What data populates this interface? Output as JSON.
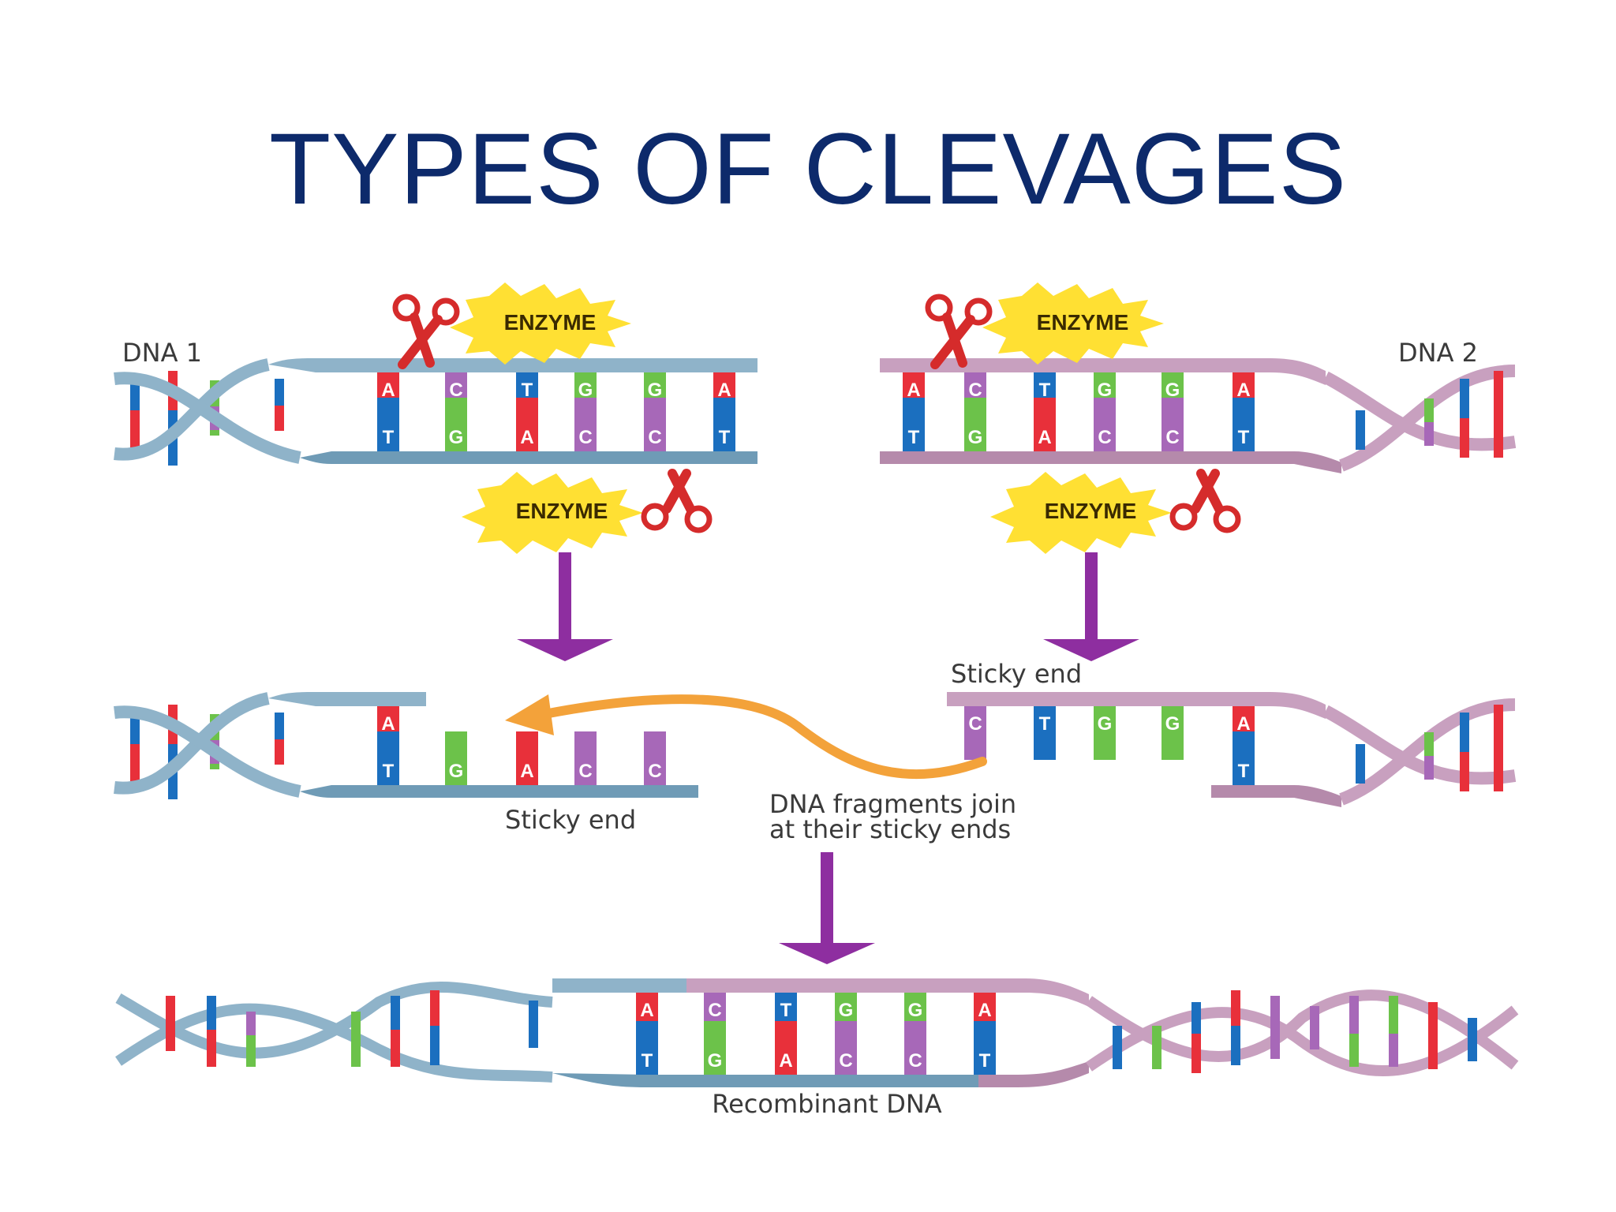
{
  "title": "TYPES OF CLEVAGES",
  "labels": {
    "dna1": "DNA 1",
    "dna2": "DNA 2",
    "enzyme": "ENZYME",
    "sticky_end": "Sticky end",
    "join_line1": "DNA fragments join",
    "join_line2": "at their sticky ends",
    "recombinant": "Recombinant DNA"
  },
  "sequence": {
    "top": [
      "A",
      "C",
      "T",
      "G",
      "G",
      "A"
    ],
    "bottom": [
      "T",
      "G",
      "A",
      "C",
      "C",
      "T"
    ]
  },
  "dna2_sticky_top": [
    "C",
    "T",
    "G",
    "G"
  ],
  "dna1_sticky_bottom": [
    "G",
    "A",
    "C",
    "C"
  ],
  "colors": {
    "title": "#0d2a6b",
    "A": "#e8303a",
    "T": "#1b6fbf",
    "G": "#6cc24a",
    "C": "#a768b8",
    "backbone_dna1": "#8fb3c9",
    "backbone_dna2": "#c8a0bf",
    "arrow": "#8e2ea0",
    "join_arrow": "#f3a23a",
    "scissors": "#d52b2b",
    "enzyme_burst": "#ffe033"
  }
}
